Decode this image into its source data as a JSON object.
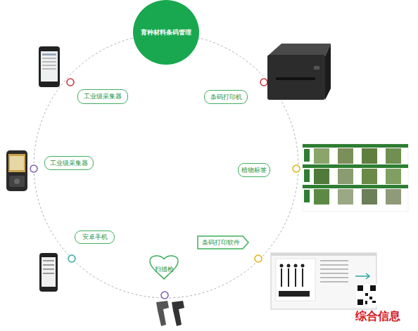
{
  "diagram": {
    "nodes": [
      {
        "text": [
          "育种材料条码管理"
        ]
      },
      {
        "text": [
          "工业级采集器"
        ]
      },
      {
        "text": [
          "条码打印机"
        ]
      },
      {
        "text": [
          "工业级采集器"
        ]
      },
      {
        "text": [
          "植物标签"
        ]
      },
      {
        "text": [
          "安卓手机"
        ]
      },
      {
        "text": [
          "条码打印软件"
        ]
      },
      {
        "text": [
          "扫描枪"
        ]
      }
    ],
    "labels": [
      "综合信息"
    ]
  }
}
